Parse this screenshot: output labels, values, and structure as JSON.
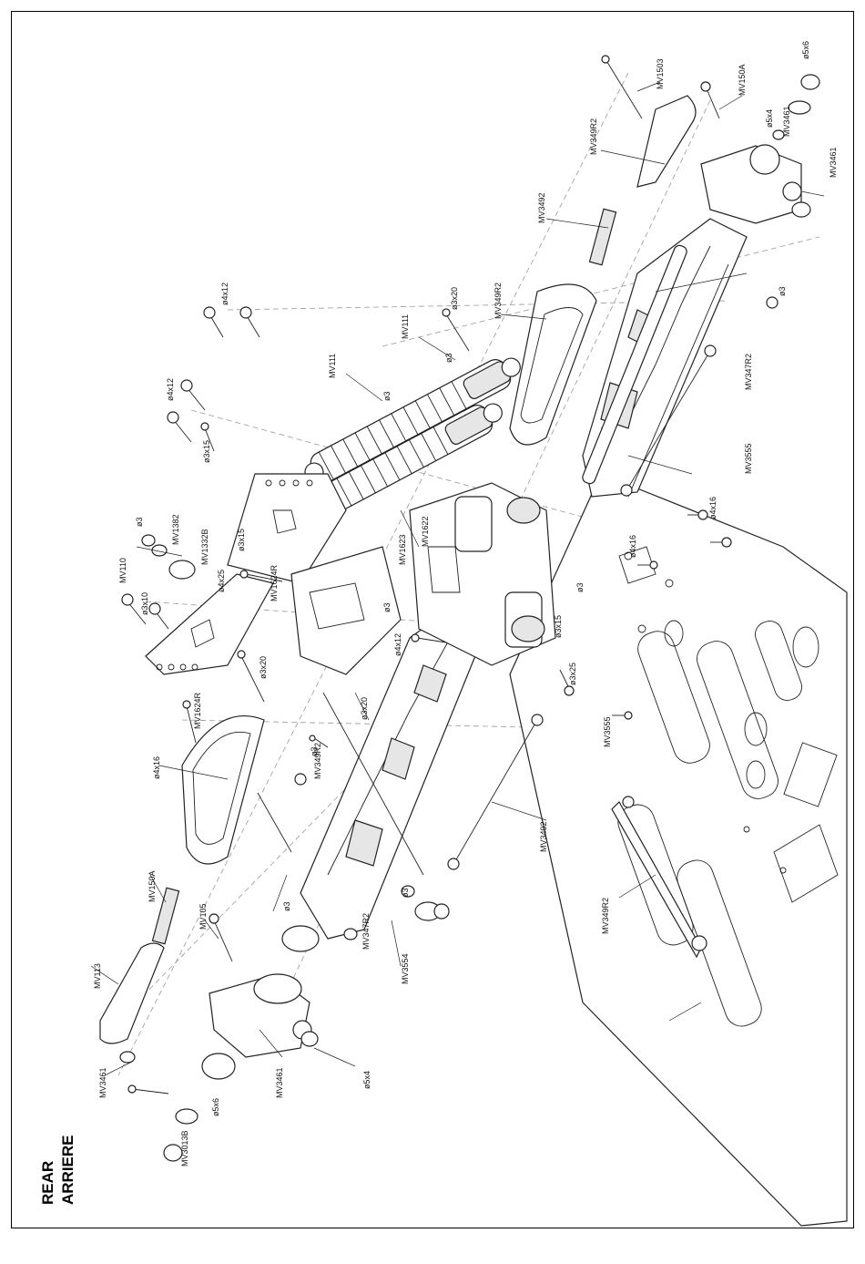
{
  "title": {
    "line1": "REAR",
    "line2": "ARRIERE"
  },
  "colors": {
    "ink": "#222222",
    "frame": "#000000",
    "guide": "#999999"
  },
  "labels": [
    "MV1503",
    "MV150A",
    "ø5x6",
    "ø5x4",
    "MV349R2",
    "MV3461",
    "MV3461",
    "MV3492",
    "ø3",
    "ø3x20",
    "MV349R2",
    "ø4x12",
    "MV111",
    "ø3",
    "MV347R2",
    "MV111",
    "ø3",
    "ø4x12",
    "ø3x15",
    "MV3555",
    "ø4x16",
    "ø3",
    "MV1382",
    "MV1332B",
    "ø3x15",
    "MV110",
    "ø4x25",
    "ø3x10",
    "MV1624R",
    "MV1622",
    "MV1623",
    "ø4x16",
    "ø3",
    "ø3",
    "ø3x15",
    "ø4x12",
    "ø3x25",
    "ø3x20",
    "MV1624R",
    "ø3x20",
    "ø3",
    "MV349R2",
    "ø4x16",
    "MV3555",
    "MV3492",
    "MV150A",
    "MV105",
    "ø3",
    "ø3",
    "MV347R2",
    "MV3554",
    "MV349R2",
    "MV113",
    "MV3461",
    "MV3461",
    "ø5x4",
    "ø5x6",
    "MV3013B"
  ]
}
